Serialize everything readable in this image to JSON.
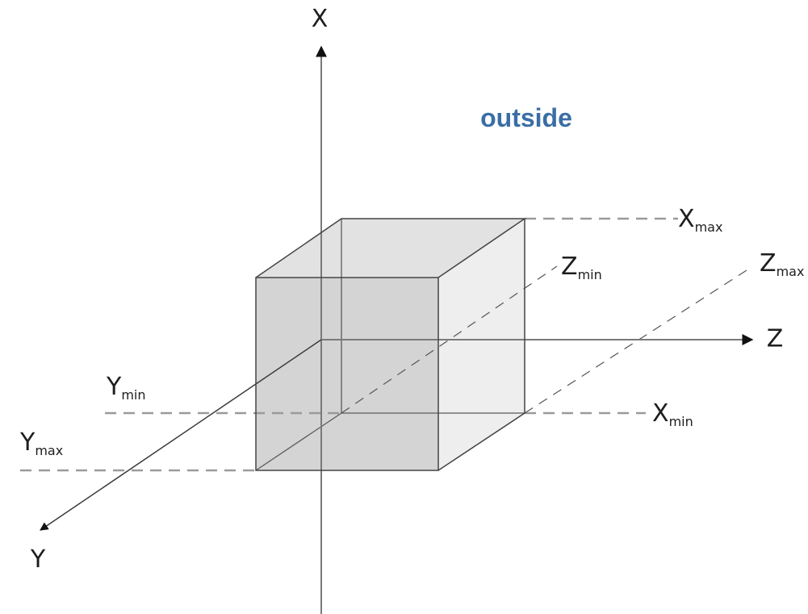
{
  "axes": {
    "x": "X",
    "y": "Y",
    "z": "Z"
  },
  "bounds": {
    "x_max": {
      "main": "X",
      "sub": "max"
    },
    "x_min": {
      "main": "X",
      "sub": "min"
    },
    "y_min": {
      "main": "Y",
      "sub": "min"
    },
    "y_max": {
      "main": "Y",
      "sub": "max"
    },
    "z_min": {
      "main": "Z",
      "sub": "min"
    },
    "z_max": {
      "main": "Z",
      "sub": "max"
    }
  },
  "region_label": "outside",
  "colors": {
    "region_label": "#3a6ea5",
    "box_front": "#d4d4d4",
    "box_top": "#e2e2e2",
    "box_side": "#ececec"
  }
}
